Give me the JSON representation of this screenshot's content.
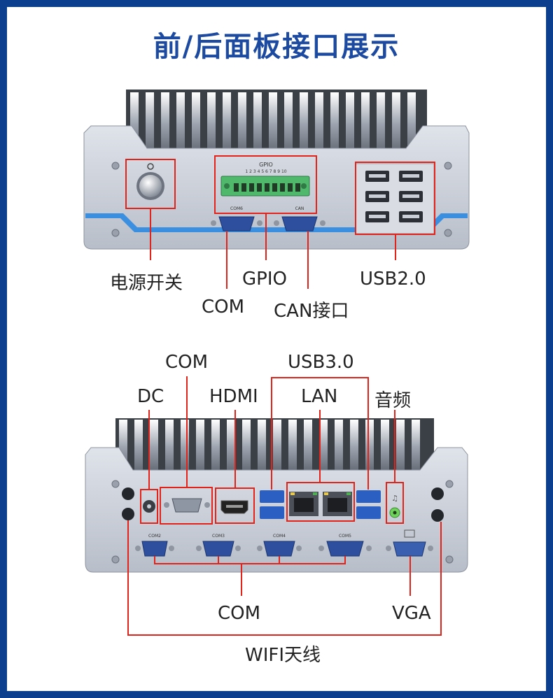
{
  "title": "前/后面板接口展示",
  "front": {
    "gpio_header": "GPIO",
    "gpio_pins": "1 2 3 4 5 6 7 8 9 10",
    "com_port_label": "COM6",
    "can_port_label": "CAN",
    "labels": {
      "power": "电源开关",
      "gpio": "GPIO",
      "usb2": "USB2.0",
      "com": "COM",
      "can": "CAN接口"
    }
  },
  "rear": {
    "port_labels": [
      "COM2",
      "COM3",
      "COM4",
      "COM5"
    ],
    "labels": {
      "com_top": "COM",
      "usb3": "USB3.0",
      "dc": "DC",
      "hdmi": "HDMI",
      "lan": "LAN",
      "audio": "音频",
      "com_bottom": "COM",
      "vga": "VGA",
      "wifi": "WIFI天线"
    }
  },
  "colors": {
    "border": "#0d3f8f",
    "title": "#1c4aa0",
    "callout": "#e0241c",
    "chassis": "#c9ced7",
    "db9": "#2d4f9e",
    "gpio_block": "#4fb86b",
    "stripe": "#3a8fe0"
  }
}
